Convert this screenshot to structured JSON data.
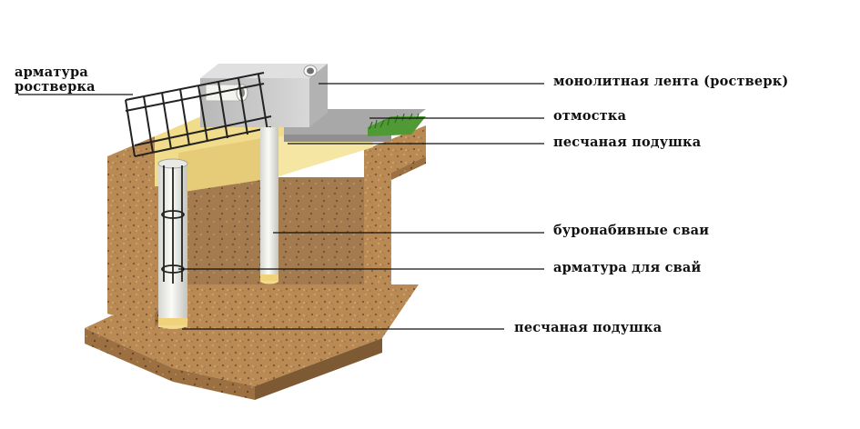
{
  "labels": {
    "rebar_grillage_1": "арматура",
    "rebar_grillage_2": "ростверка",
    "monolithic_strip": "монолитная лента (ростверк)",
    "blind_area": "отмостка",
    "sand_cushion_top": "песчаная подушка",
    "bored_piles": "буронабивные сваи",
    "pile_rebar": "арматура для свай",
    "sand_cushion_bottom": "песчаная подушка"
  },
  "colors": {
    "soil": "#b98a54",
    "soil_dark": "#8d6438",
    "sand": "#f1dc8c",
    "concrete": "#c9c9c9",
    "pile": "#f2f2ee",
    "grass": "#4f9a34",
    "rebar": "#222222",
    "leader": "#111111"
  }
}
